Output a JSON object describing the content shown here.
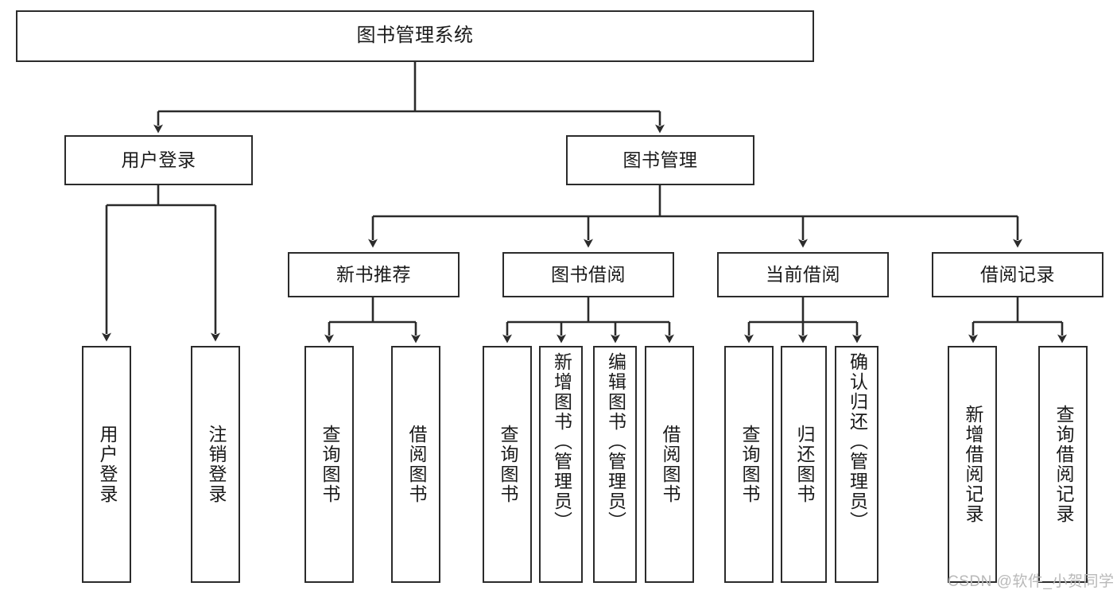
{
  "diagram": {
    "title_node": {
      "label": "图书管理系统"
    },
    "level2": [
      {
        "label": "用户登录"
      },
      {
        "label": "图书管理"
      }
    ],
    "level3": [
      {
        "label": "新书推荐"
      },
      {
        "label": "图书借阅"
      },
      {
        "label": "当前借阅"
      },
      {
        "label": "借阅记录"
      }
    ],
    "leaves": {
      "user_login": [
        {
          "label": "用户登录"
        },
        {
          "label": "注销登录"
        }
      ],
      "new_book_recommend": [
        {
          "label": "查询图书"
        },
        {
          "label": "借阅图书"
        }
      ],
      "book_borrow": [
        {
          "label": "查询图书"
        },
        {
          "label": "新增图书（管理员）"
        },
        {
          "label": "编辑图书（管理员）"
        },
        {
          "label": "借阅图书"
        }
      ],
      "current_borrow": [
        {
          "label": "查询图书"
        },
        {
          "label": "归还图书"
        },
        {
          "label": "确认归还（管理员）"
        }
      ],
      "borrow_record": [
        {
          "label": "新增借阅记录"
        },
        {
          "label": "查询借阅记录"
        }
      ]
    }
  },
  "watermark": {
    "text": "CSDN @软件_小贺同学"
  },
  "colors": {
    "stroke": "#2b2b2b",
    "fill": "#ffffff",
    "text": "#1a1a1a",
    "watermark": "#b9b9b9"
  }
}
